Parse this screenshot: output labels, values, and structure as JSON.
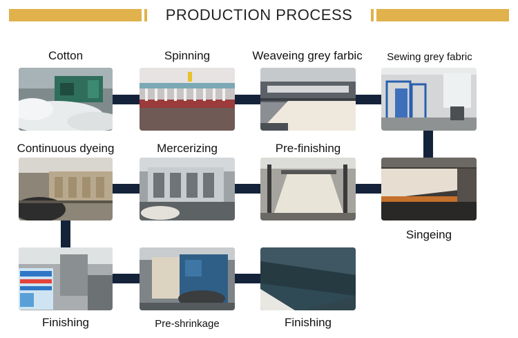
{
  "title": "PRODUCTION PROCESS",
  "steps": [
    {
      "label": "Cotton"
    },
    {
      "label": "Spinning"
    },
    {
      "label": "Weaveing grey farbic"
    },
    {
      "label": "Sewing grey fabric"
    },
    {
      "label": "Singeing"
    },
    {
      "label": "Pre-finishing"
    },
    {
      "label": "Mercerizing"
    },
    {
      "label": "Continuous dyeing"
    },
    {
      "label": "Finishing"
    },
    {
      "label": "Pre-shrinkage"
    },
    {
      "label": "Finishing"
    }
  ],
  "colors": {
    "accent": "#e1b14c",
    "connector": "#14233a"
  }
}
